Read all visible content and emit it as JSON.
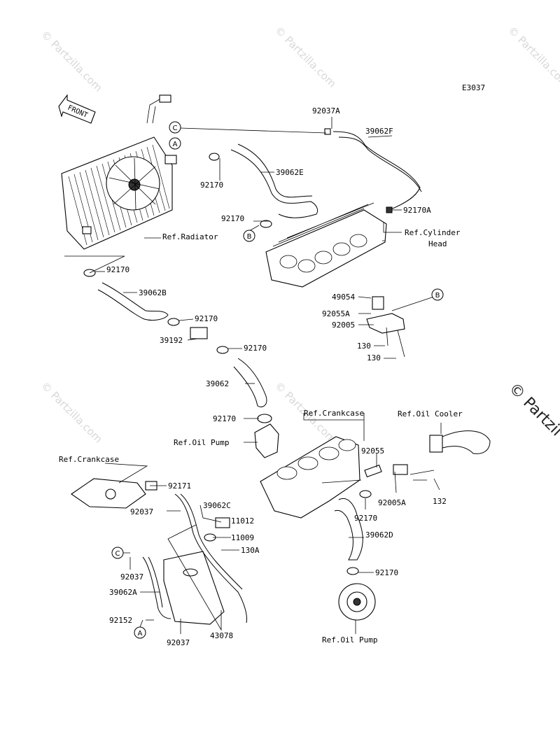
{
  "diagram_code": "E3037",
  "watermark": "© Partzilla.com",
  "watermark_edge": "© Partzil",
  "front_arrow": "FRONT",
  "refs": {
    "radiator": "Ref.Radiator",
    "cylinder_head_1": "Ref.Cylinder",
    "cylinder_head_2": "Head",
    "crankcase_mid": "Ref.Crankcase",
    "crankcase_left": "Ref.Crankcase",
    "oil_cooler": "Ref.Oil Cooler",
    "oil_pump_1": "Ref.Oil Pump",
    "oil_pump_2": "Ref.Oil Pump"
  },
  "markers": {
    "a": "A",
    "b": "B",
    "c": "C"
  },
  "parts": {
    "p92037A": "92037A",
    "p39062F": "39062F",
    "p39062E": "39062E",
    "p92170_1": "92170",
    "p92170_2": "92170",
    "p92170A": "92170A",
    "p92170_3": "92170",
    "p39062B": "39062B",
    "p49054": "49054",
    "p92055A": "92055A",
    "p92005": "92005",
    "p92170_4": "92170",
    "p39192": "39192",
    "p92170_5": "92170",
    "p130_1": "130",
    "p130_2": "130",
    "p39062": "39062",
    "p92170_6": "92170",
    "p92055": "92055",
    "p92171": "92171",
    "p92037_1": "92037",
    "p39062C": "39062C",
    "p11012": "11012",
    "p11009": "11009",
    "p130A": "130A",
    "p92005A": "92005A",
    "p132": "132",
    "p92170_7": "92170",
    "p39062D": "39062D",
    "p92037_2": "92037",
    "p39062A": "39062A",
    "p92152": "92152",
    "p92037_3": "92037",
    "p43078": "43078",
    "p92170_8": "92170"
  }
}
